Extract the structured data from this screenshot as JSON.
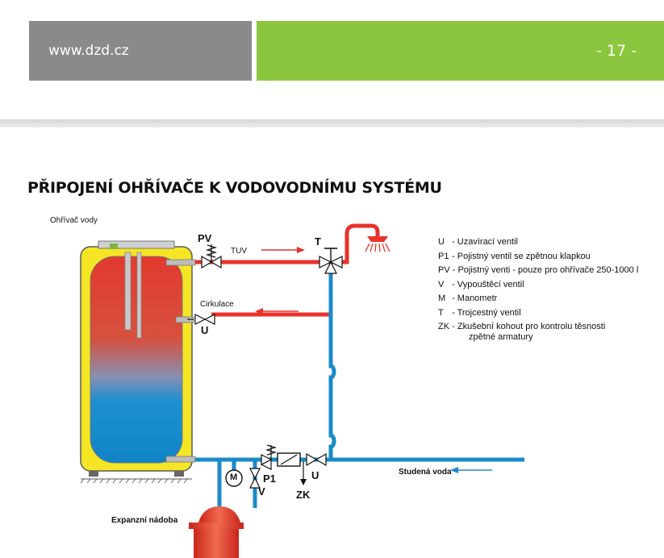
{
  "header": {
    "website": "www.dzd.cz",
    "page_number": "- 17 -"
  },
  "section_title": "PŘIPOJENÍ OHŘÍVAČE K VODOVODNÍMU SYSTÉMU",
  "diagram": {
    "heater_label": "Ohřívač vody",
    "pv_label": "PV",
    "tuv_label": "TUV",
    "t_label": "T",
    "circulation_label": "Cirkulace",
    "u_top_label": "U",
    "cold_water_label": "Studená voda",
    "m_symbol": "M",
    "p1_label": "P1",
    "v_label": "V",
    "zk_label": "ZK",
    "u_bottom_label": "U",
    "expansion_label": "Expanzní nádoba"
  },
  "legend": [
    {
      "code": "U",
      "text": "- Uzavírací ventil"
    },
    {
      "code": "P1",
      "text": "- Pojistný ventil se zpětnou klapkou"
    },
    {
      "code": "PV",
      "text": "- Pojistný venti - pouze pro ohřívače 250-1000 l"
    },
    {
      "code": "V",
      "text": "- Vypouštěcí ventil"
    },
    {
      "code": "M",
      "text": "- Manometr"
    },
    {
      "code": "T",
      "text": "- Trojcestný ventil"
    },
    {
      "code": "ZK",
      "text": "- Zkušební kohout pro kontrolu těsnosti",
      "continuation": "zpětné armatury"
    }
  ],
  "colors": {
    "header_gray": "#8a8a8c",
    "header_green": "#8cc63f",
    "hot_pipe": "#e8322b",
    "cold_pipe": "#1a8ac9",
    "tank_shell": "#f5e625"
  }
}
